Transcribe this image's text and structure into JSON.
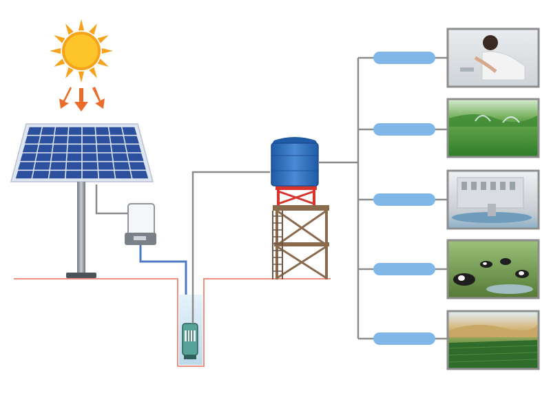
{
  "colors": {
    "background": "#ffffff",
    "sun": "#f7a21b",
    "sun_core": "#fdc52a",
    "ray_arrow": "#ec6b2b",
    "panel_cell": "#2c4f9e",
    "panel_frame": "#dfe6f1",
    "pole": "#8f959c",
    "wire_gray": "#8a8a8a",
    "wire_blue": "#4d78c5",
    "ground_line": "#f08e82",
    "well_water": "#cfe6f2",
    "tank_blue": "#2f6fba",
    "tower_brown": "#8a6a4c",
    "tower_red": "#d9342b",
    "pill_blue": "#7fb8e8",
    "photo_frame": "#8d8d8d"
  },
  "icons": {
    "sun": "sun-icon",
    "panel": "solar-panel-icon",
    "controller": "controller-box-icon",
    "pump": "submersible-pump-icon",
    "tank": "water-tank-icon",
    "tower": "tower-icon"
  },
  "applications": [
    {
      "name": "drinking-water",
      "label": ""
    },
    {
      "name": "irrigation",
      "label": ""
    },
    {
      "name": "fountain",
      "label": ""
    },
    {
      "name": "livestock",
      "label": ""
    },
    {
      "name": "farmland",
      "label": ""
    }
  ]
}
